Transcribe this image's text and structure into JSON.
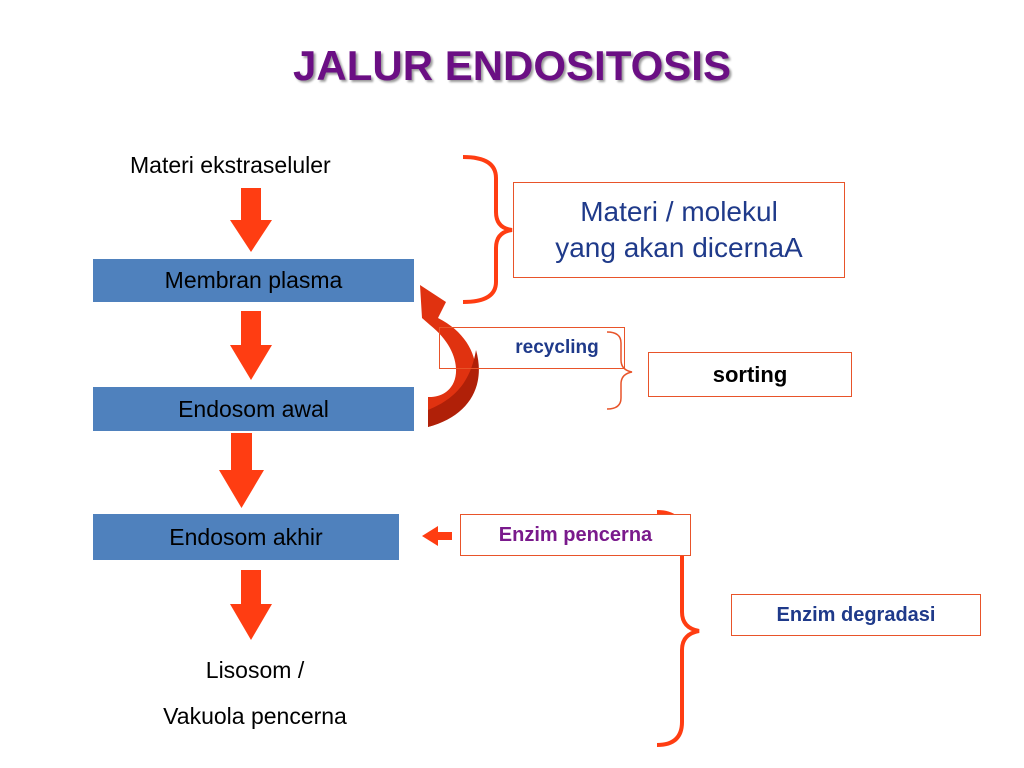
{
  "title": "JALUR ENDOSITOSIS",
  "flow": {
    "source": "Materi ekstraseluler",
    "steps": [
      "Membran plasma",
      "Endosom awal",
      "Endosom akhir"
    ],
    "end_line1": "Lisosom /",
    "end_line2": "Vakuola pencerna"
  },
  "notes": {
    "molekul_line1": "Materi / molekul",
    "molekul_line2": "yang akan dicernaA",
    "recycling": "recycling",
    "sorting": "sorting",
    "enzim_pencerna": "Enzim pencerna",
    "enzim_degradasi": "Enzim degradasi"
  },
  "colors": {
    "title": "#6b0f84",
    "box_fill": "#4f81bd",
    "arrow": "#ff3d12",
    "bracket": "#ff3d12",
    "frame": "#e8542a",
    "note_blue": "#1f3a8a",
    "note_purple": "#7a1a8c"
  }
}
